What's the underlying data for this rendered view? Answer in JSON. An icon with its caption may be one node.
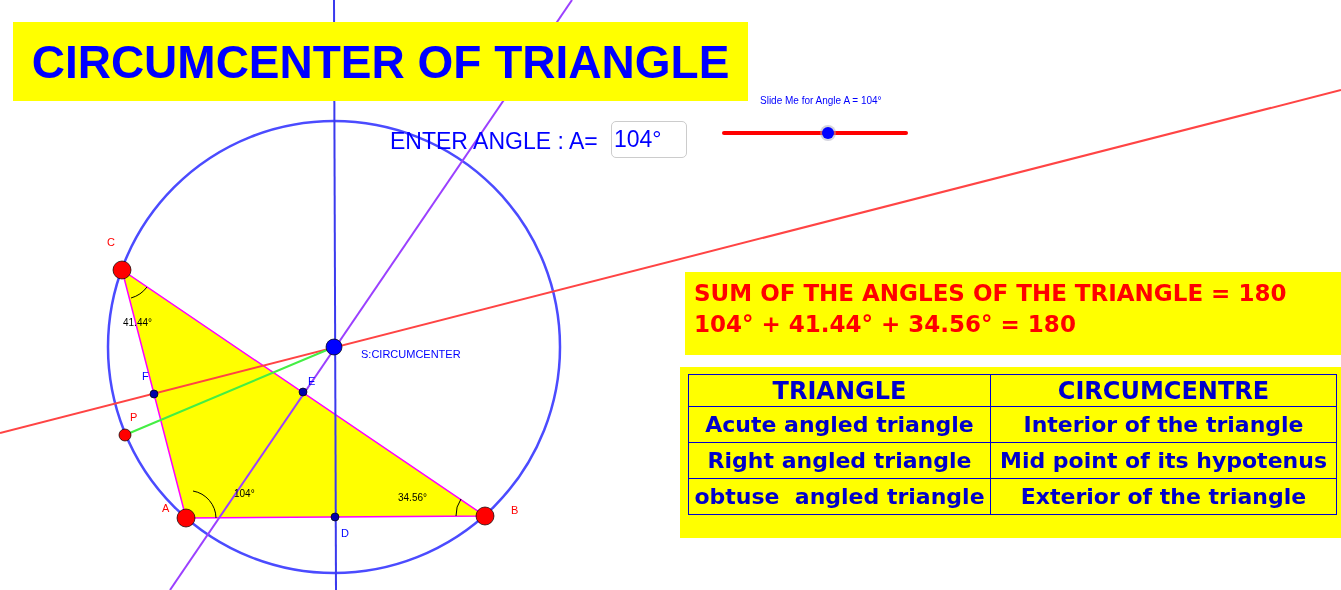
{
  "diagram": {
    "title": "CIRCUMCENTER OF TRIANGLE",
    "labels": [
      "Slide Me for Angle A = 104°",
      "ENTER ANGLE : A=",
      "104°",
      "C",
      "41.44°",
      "S:CIRCUMCENTER",
      "F",
      "E",
      "P",
      "A",
      "104°",
      "34.56°",
      "B",
      "D",
      "SUM OF THE ANGLES OF THE TRIANGLE = 180",
      "104° + 41.44° + 34.56° = 180",
      "TRIANGLE",
      "CIRCUMCENTRE",
      "Acute angled triangle",
      "Interior of the triangle",
      "Right angled triangle",
      "Mid point of its hypotenus",
      "obtuse  angled triangle",
      "Exterior of the triangle"
    ]
  }
}
